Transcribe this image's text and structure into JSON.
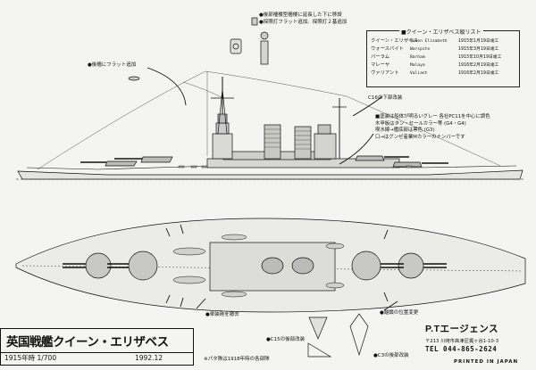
{
  "notes_top": {
    "mast_line1": "●後部檣楼型檣楼に延長した下に移設",
    "mast_line2": "●探照灯フラット追加、探照灯２基追加",
    "stern_flat": "●後檣にフラット追加",
    "crane_note": "●C16の下部改装",
    "hull_note": "●単装砲を撤去",
    "bridge_note": "●錨鎖の位置変更",
    "c15_note": "●C15の後部改装",
    "c3_note": "●C3の後部改装",
    "bottom_note": "※パタ隊は1918年時の各部隊",
    "c16_label": "C16の下部改装"
  },
  "ship_list": {
    "title": "■クイーン・エリザベス級リスト",
    "rows": [
      {
        "ja": "クイーン・エリザベス",
        "en": "Queen Elizabeth",
        "date": "1915年1月19日竣工"
      },
      {
        "ja": "ウォースパイト",
        "en": "Warspite",
        "date": "1915年3月19日竣工"
      },
      {
        "ja": "バーラム",
        "en": "Barham",
        "date": "1915年10月19日竣工"
      },
      {
        "ja": "マレーヤ",
        "en": "Malaya",
        "date": "1916年2月19日竣工"
      },
      {
        "ja": "ヴァリアント",
        "en": "Valiant",
        "date": "1916年2月19日竣工"
      }
    ]
  },
  "paint_notes": [
    "■塗装は船体が明るいグレー 各社PC11を中心に調色",
    "木甲板はタン・セールカラー等 (G4・G4)",
    "喫水線→艦底部は黒色 (G3)",
    "口→はグンゼ産業Mカラーのナンバーです"
  ],
  "title_block": {
    "title": "英国戦艦クイーン・エリザベス",
    "year_scale": "1915年時 1/700",
    "date": "1992.12"
  },
  "maker": {
    "company": "P.Tエージェンス",
    "address": "〒213 川崎市高津区梶ヶ谷1-10-3",
    "tel": "TEL 044-865-2624",
    "printed": "PRINTED IN JAPAN"
  }
}
